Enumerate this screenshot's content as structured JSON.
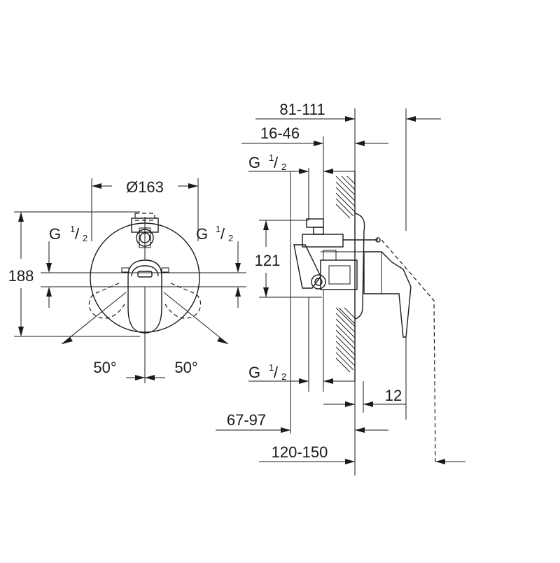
{
  "front_view": {
    "diameter": "Ø163",
    "height": "188",
    "inlet_left": {
      "letter": "G",
      "num": "1",
      "den": "2"
    },
    "inlet_right": {
      "letter": "G",
      "num": "1",
      "den": "2"
    },
    "angle_left": "50°",
    "angle_right": "50°"
  },
  "side_view": {
    "depth_total": "81-111",
    "depth_inner": "16-46",
    "inlet_top": {
      "letter": "G",
      "num": "1",
      "den": "2"
    },
    "body_height": "121",
    "inlet_bottom": {
      "letter": "G",
      "num": "1",
      "den": "2"
    },
    "plate": "12",
    "depth_a": "67-97",
    "depth_b": "120-150"
  }
}
